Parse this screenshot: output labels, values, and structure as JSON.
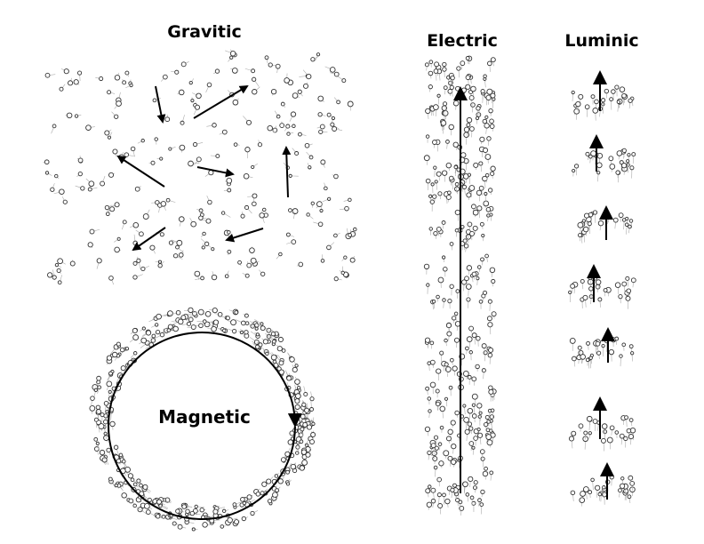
{
  "labels": {
    "gravitic": "Gravitic",
    "electric": "Electric",
    "luminic": "Luminic",
    "magnetic": "Magnetic"
  },
  "colors": {
    "ink": "#000000",
    "particle_outline": "#333333",
    "particle_tail": "#aaaaaa",
    "background": "#ffffff"
  }
}
